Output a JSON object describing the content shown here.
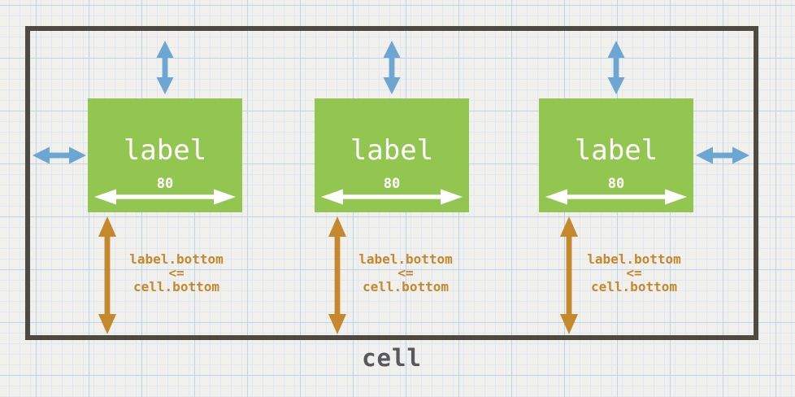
{
  "colors": {
    "paper": "#f1f0ec",
    "grid_minor": "#dfe9f3",
    "grid_major": "#bcd4ea",
    "label_fill": "#93c650",
    "margin_arrow": "#6da6d2",
    "constraint": "#c5882c",
    "cell_outline": "#4d4a42",
    "cell_text": "#59595b"
  },
  "cell": {
    "label": "cell"
  },
  "labels": [
    {
      "title": "label",
      "width_value": "80",
      "constraint": {
        "line1": "label.bottom",
        "line2": "<=",
        "line3": "cell.bottom"
      }
    },
    {
      "title": "label",
      "width_value": "80",
      "constraint": {
        "line1": "label.bottom",
        "line2": "<=",
        "line3": "cell.bottom"
      }
    },
    {
      "title": "label",
      "width_value": "80",
      "constraint": {
        "line1": "label.bottom",
        "line2": "<=",
        "line3": "cell.bottom"
      }
    }
  ]
}
